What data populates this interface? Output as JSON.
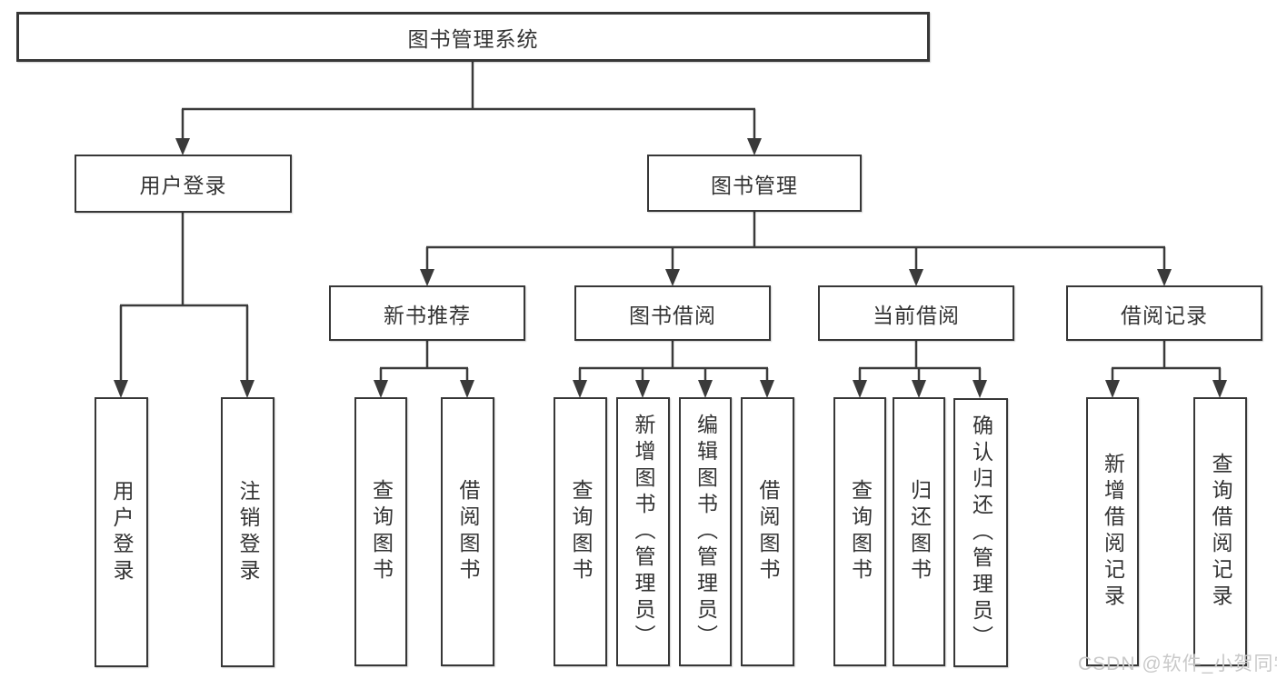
{
  "diagram": {
    "type": "hierarchy-tree",
    "colors": {
      "line": "#3a3a3a",
      "box_border": "#373737",
      "text": "#333333",
      "background": "#ffffff",
      "watermark_text_color": "#c9c9c9"
    },
    "tree": {
      "root": {
        "label": "图书管理系统"
      },
      "level2": [
        {
          "label": "用户登录",
          "children": [
            {
              "label": "用户登录"
            },
            {
              "label": "注销登录"
            }
          ]
        },
        {
          "label": "图书管理",
          "children": [
            {
              "label": "新书推荐",
              "children": [
                {
                  "label": "查询图书"
                },
                {
                  "label": "借阅图书"
                }
              ]
            },
            {
              "label": "图书借阅",
              "children": [
                {
                  "label": "查询图书"
                },
                {
                  "label": "新增图书（管理员）"
                },
                {
                  "label": "编辑图书（管理员）"
                },
                {
                  "label": "借阅图书"
                }
              ]
            },
            {
              "label": "当前借阅",
              "children": [
                {
                  "label": "查询图书"
                },
                {
                  "label": "归还图书"
                },
                {
                  "label": "确认归还（管理员）"
                }
              ]
            },
            {
              "label": "借阅记录",
              "children": [
                {
                  "label": "新增借阅记录"
                },
                {
                  "label": "查询借阅记录"
                }
              ]
            }
          ]
        }
      ]
    },
    "watermark": {
      "text": "CSDN @软件_小贺同学"
    }
  }
}
